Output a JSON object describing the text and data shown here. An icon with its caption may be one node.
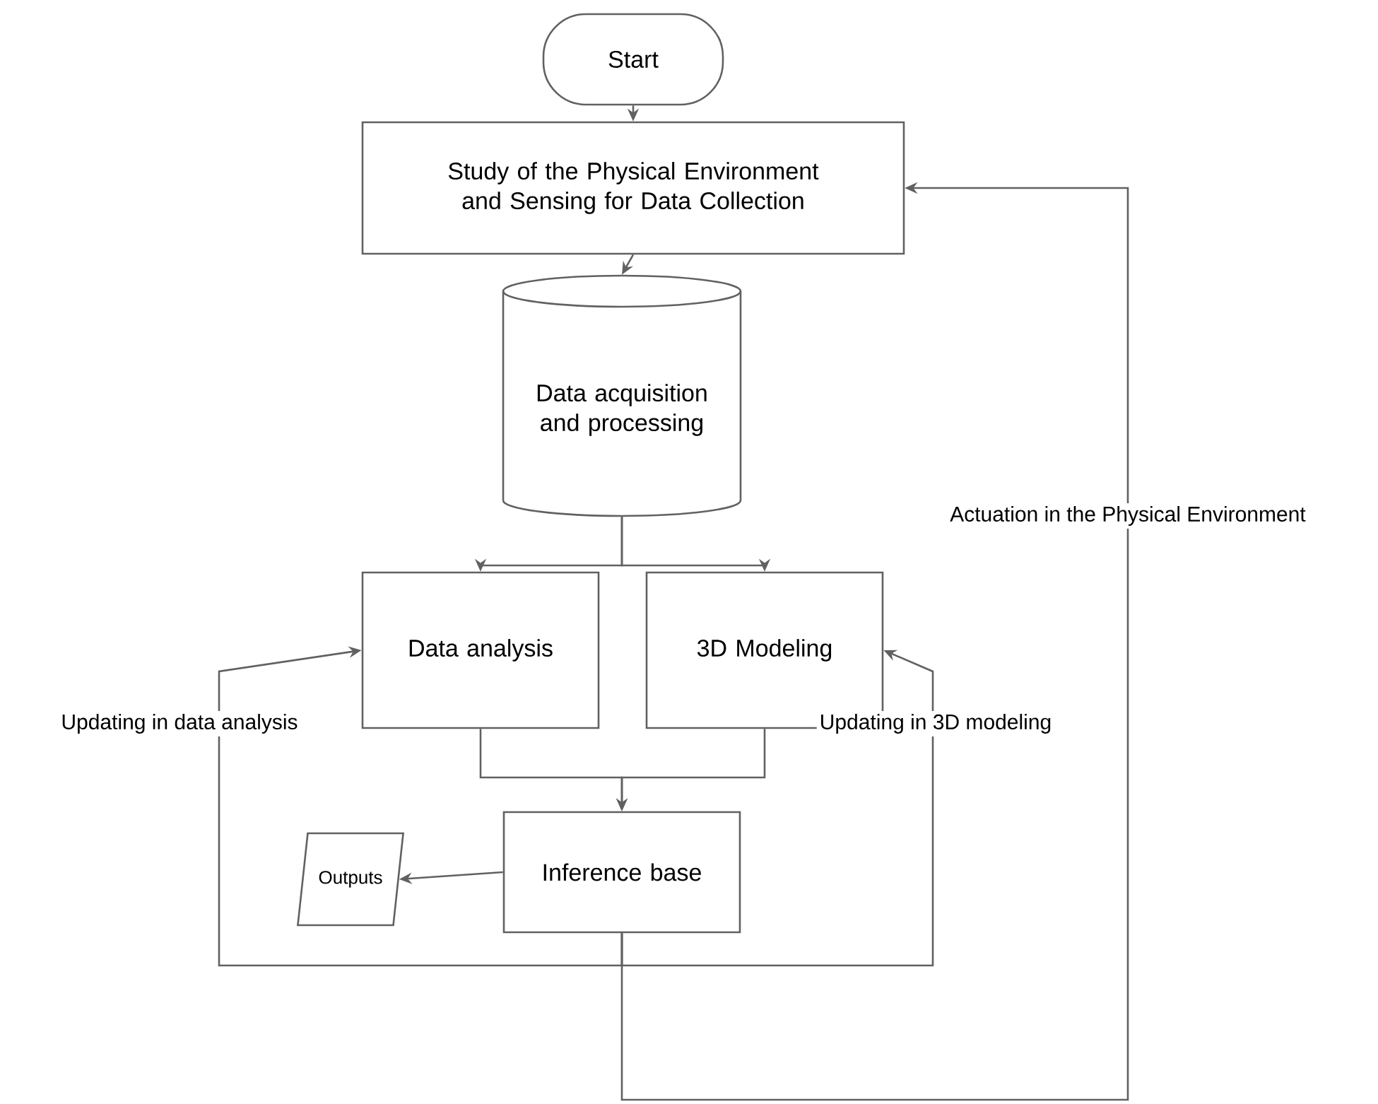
{
  "diagram": {
    "nodes": [
      {
        "text": [
          "Start"
        ]
      },
      {
        "text": [
          "Study of the Physical Environment and Sensing for Data Collection"
        ]
      },
      {
        "text": [
          "Data acquisition and processing"
        ]
      },
      {
        "text": [
          "Data analysis"
        ]
      },
      {
        "text": [
          "3D Modeling"
        ]
      },
      {
        "text": [
          "Inference base"
        ]
      },
      {
        "text": [
          "Outputs"
        ]
      }
    ],
    "edges": [
      {
        "from": 0,
        "to": 1,
        "arrow": "to"
      },
      {
        "from": 1,
        "to": 2,
        "arrow": "to"
      },
      {
        "from": 2,
        "to": 3,
        "arrow": "to"
      },
      {
        "from": 2,
        "to": 4,
        "arrow": "to"
      },
      {
        "from": 3,
        "to": 5,
        "arrow": "to"
      },
      {
        "from": 4,
        "to": 5,
        "arrow": "to"
      },
      {
        "from": 5,
        "to": 6,
        "arrow": "to"
      },
      {
        "from": 5,
        "to": 3,
        "arrow": "to",
        "label": "Updating in data analysis"
      },
      {
        "from": 5,
        "to": 4,
        "arrow": "to",
        "label": "Updating in 3D modeling"
      },
      {
        "from": 5,
        "to": 1,
        "arrow": "to",
        "label": "Actuation in the Physical Environment"
      }
    ]
  }
}
